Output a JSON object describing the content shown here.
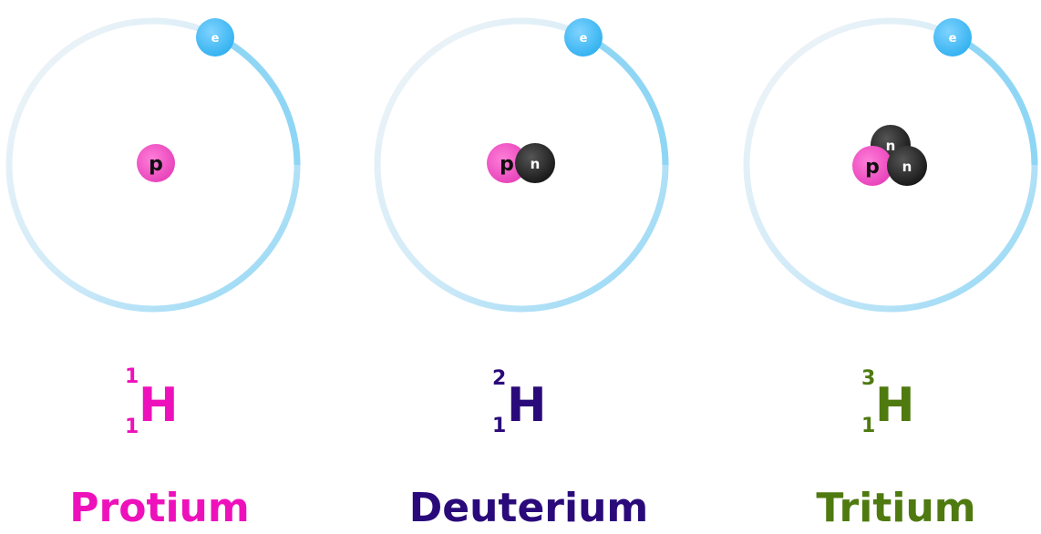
{
  "isotopes": [
    {
      "name": "Protium",
      "mass_number": "1",
      "atomic_number": "1",
      "symbol": "H",
      "color": "#ee11bb",
      "nucleus": [
        {
          "particle": "proton",
          "label": "p"
        }
      ]
    },
    {
      "name": "Deuterium",
      "mass_number": "2",
      "atomic_number": "1",
      "symbol": "H",
      "color": "#2a0a7a",
      "nucleus": [
        {
          "particle": "proton",
          "label": "p"
        },
        {
          "particle": "neutron",
          "label": "n"
        }
      ]
    },
    {
      "name": "Tritium",
      "mass_number": "3",
      "atomic_number": "1",
      "symbol": "H",
      "color": "#4f7a10",
      "nucleus": [
        {
          "particle": "proton",
          "label": "p"
        },
        {
          "particle": "neutron",
          "label": "n"
        },
        {
          "particle": "neutron",
          "label": "n"
        }
      ]
    }
  ],
  "electron_label": "e",
  "colors": {
    "orbit": "#8fd6f5",
    "electron": "#3fb8ee",
    "proton": "#f04fc4",
    "neutron": "#2b2b2b"
  }
}
